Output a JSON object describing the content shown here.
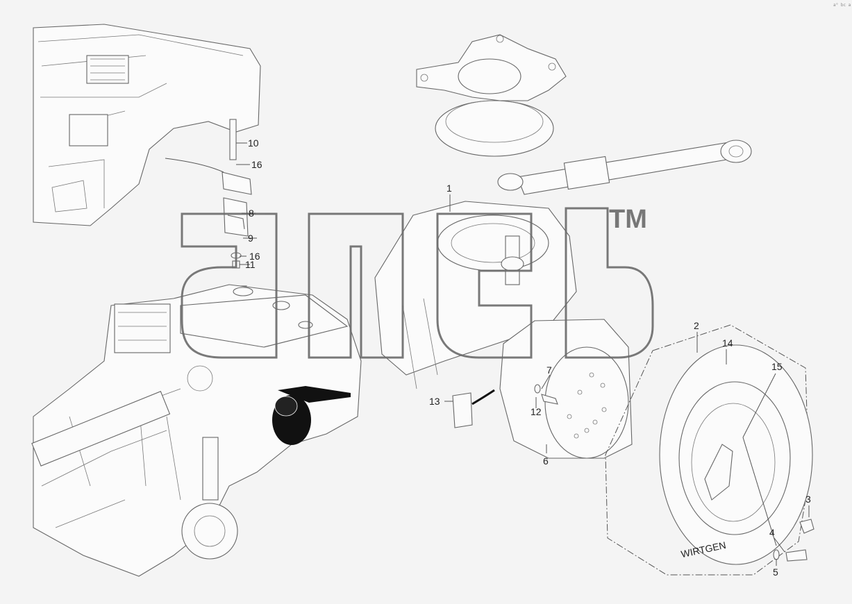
{
  "diagram": {
    "callouts": [
      "1",
      "2",
      "3",
      "4",
      "5",
      "6",
      "7",
      "8",
      "9",
      "10",
      "11",
      "12",
      "13",
      "14",
      "15",
      "16",
      "16"
    ],
    "watermark_tm": "TM",
    "tire_lettering": "WIRTGEN",
    "corner_note": "a° bc a"
  }
}
